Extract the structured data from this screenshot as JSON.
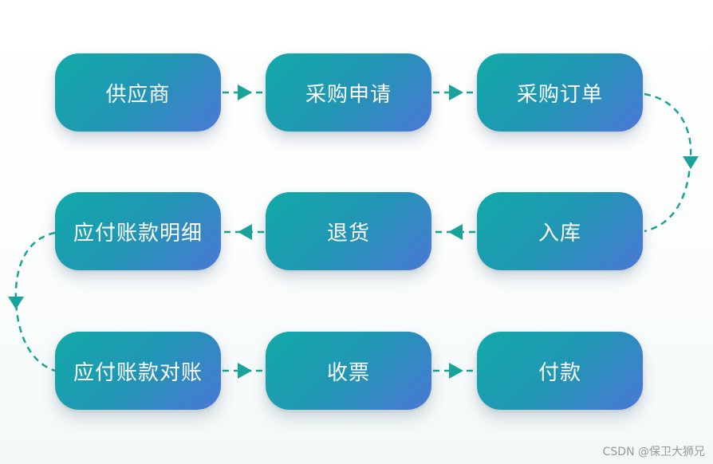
{
  "diagram": {
    "nodes": [
      {
        "id": "n1",
        "label": "供应商"
      },
      {
        "id": "n2",
        "label": "采购申请"
      },
      {
        "id": "n3",
        "label": "采购订单"
      },
      {
        "id": "n4",
        "label": "入库"
      },
      {
        "id": "n5",
        "label": "退货"
      },
      {
        "id": "n6",
        "label": "应付账款明细"
      },
      {
        "id": "n7",
        "label": "应付账款对账"
      },
      {
        "id": "n8",
        "label": "收票"
      },
      {
        "id": "n9",
        "label": "付款"
      }
    ],
    "edges": [
      {
        "from": "n1",
        "to": "n2"
      },
      {
        "from": "n2",
        "to": "n3"
      },
      {
        "from": "n3",
        "to": "n4"
      },
      {
        "from": "n4",
        "to": "n5"
      },
      {
        "from": "n5",
        "to": "n6"
      },
      {
        "from": "n6",
        "to": "n7"
      },
      {
        "from": "n7",
        "to": "n8"
      },
      {
        "from": "n8",
        "to": "n9"
      }
    ],
    "colors": {
      "node_gradient_start": "#12aaa8",
      "node_gradient_end": "#4b78d6",
      "node_text": "#ffffff",
      "connector": "#1aa39a"
    }
  },
  "watermark": "CSDN @保卫大狮兄"
}
